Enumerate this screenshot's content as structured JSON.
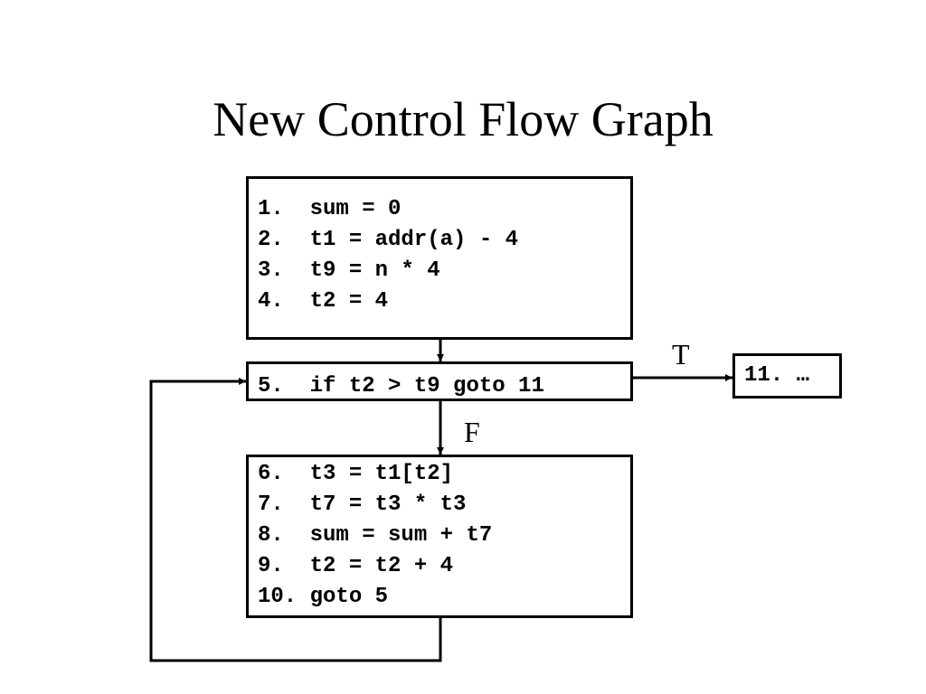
{
  "title": "New Control Flow Graph",
  "blocks": {
    "b1": {
      "lines": [
        "1.  sum = 0",
        "2.  t1 = addr(a) - 4",
        "3.  t9 = n * 4",
        "4.  t2 = 4"
      ]
    },
    "b2": {
      "lines": [
        "5.  if t2 > t9 goto 11"
      ]
    },
    "b3": {
      "lines": [
        "6.  t3 = t1[t2]",
        "7.  t7 = t3 * t3",
        "8.  sum = sum + t7",
        "9.  t2 = t2 + 4",
        "10. goto 5"
      ]
    },
    "b4": {
      "lines": [
        "11. …"
      ]
    }
  },
  "edges": {
    "true_label": "T",
    "false_label": "F"
  }
}
